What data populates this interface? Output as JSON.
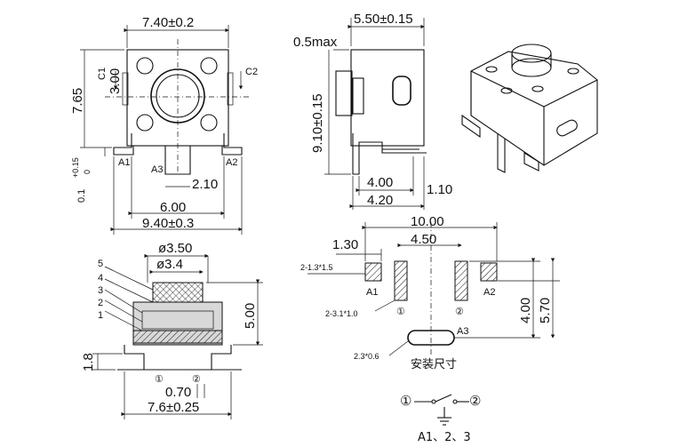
{
  "top_view": {
    "width_top": "7.40±0.2",
    "height_left": "7.65",
    "c1_label": "C1",
    "dim_3": "3.00",
    "c2_label": "C2",
    "tol_label": "0.1",
    "tol_sup": "+0.15",
    "tol_sub": "0",
    "a1": "A1",
    "a2": "A2",
    "a3": "A3",
    "dim_210": "2.10",
    "dim_600": "6.00",
    "dim_940": "9.40±0.3"
  },
  "side_view": {
    "max_label": "0.5max",
    "width_top": "5.50±0.15",
    "height": "9.10±0.15",
    "dim_400": "4.00",
    "dim_420": "4.20",
    "dim_110": "1.10"
  },
  "section_view": {
    "d350": "ø3.50",
    "d34": "ø3.4",
    "n5": "5",
    "n4": "4",
    "n3": "3",
    "n2": "2",
    "n1": "1",
    "h500": "5.00",
    "h18": "1.8",
    "p1": "①",
    "p2": "②",
    "dim_070": "0.70",
    "dim_76": "7.6±0.25"
  },
  "footprint": {
    "dim_1000": "10.00",
    "dim_130": "1.30",
    "dim_450": "4.50",
    "pad_a_label": "2-1.3*1.5",
    "pad_b_label": "2-3.1*1.0",
    "pad_c_label": "2.3*0.6",
    "a1": "A1",
    "a2": "A2",
    "a3": "A3",
    "p1": "①",
    "p2": "②",
    "dim_400": "4.00",
    "dim_570": "5.70",
    "caption": "安装尺寸"
  },
  "schematic": {
    "p1": "①",
    "p2": "②",
    "gnd_label": "A1、2、3"
  }
}
